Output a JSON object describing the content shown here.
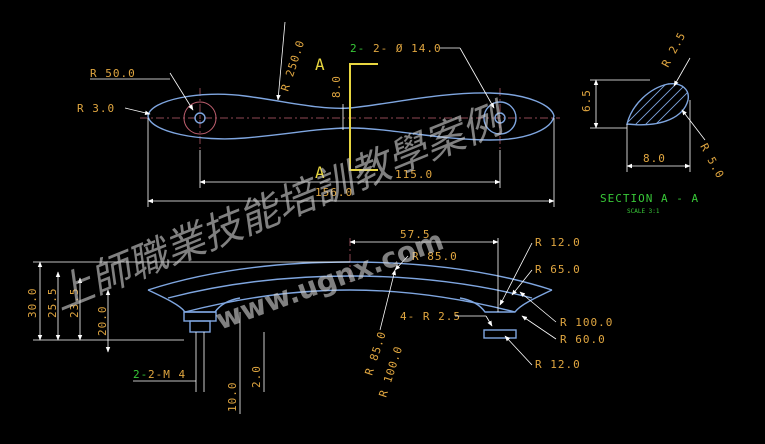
{
  "drawing": {
    "top_view": {
      "radius_large": "R 50.0",
      "radius_end": "R 3.0",
      "radius_side": "R 250.0",
      "hole_callout": "2- Ø 14.0",
      "section_letter_top": "A",
      "section_letter_bottom": "A",
      "thickness": "8.0",
      "hole_spacing": "115.0",
      "overall_length": "156.0"
    },
    "section_view": {
      "radius_top": "R 2.5",
      "radius_side": "R 5.0",
      "height": "6.5",
      "width": "8.0",
      "title": "SECTION A - A",
      "scale": "SCALE 3:1"
    },
    "front_view": {
      "half_width": "57.5",
      "r12_top": "R 12.0",
      "r65_top": "R 65.0",
      "r85_top": "R 85.0",
      "r100": "R 100.0",
      "r60": "R 60.0",
      "r12_bottom": "R 12.0",
      "fillet": "4- R 2.5",
      "r85_bottom": "R 85.0",
      "r100_bottom": "R 100.0",
      "overall_height": "30.0",
      "height_25_5": "25.5",
      "height_23_5": "23.5",
      "height_20": "20.0",
      "thread": "2-M 4",
      "boss_height": "10.0",
      "boss_offset": "2.0"
    },
    "watermark": {
      "cn_text": "上師職業技能培訓教學案例",
      "url": "www.ugnx.com"
    }
  },
  "colors": {
    "background": "#000000",
    "part_outline": "#7fa6e0",
    "dimension_text": "#e0a640",
    "section_text": "#38c838",
    "cut_line": "#e8d640",
    "center_line": "#c06070"
  }
}
